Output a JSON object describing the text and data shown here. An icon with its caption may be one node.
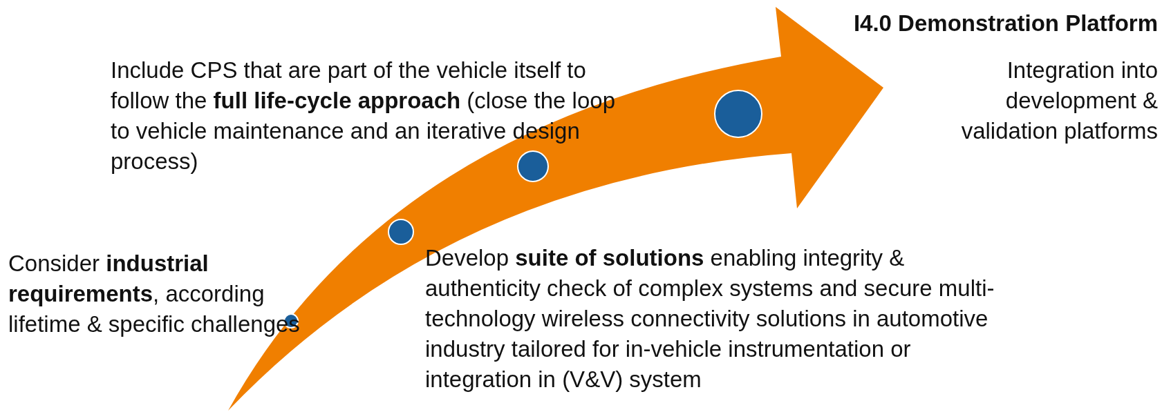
{
  "diagram": {
    "labels": [
      "I4.0 Demonstration Platform",
      "Include CPS that are part of the vehicle itself to follow the **full life-cycle approach** (close the loop to vehicle maintenance and an iterative design process)",
      "Integration into development & validation platforms",
      "Consider **industrial requirements**, according lifetime & specific challenges",
      "Develop **suite of solutions** enabling integrity & authenticity check of complex systems and secure multi-technology wireless connectivity solutions in automotive industry tailored for in-vehicle instrumentation or integration in (V&V) system"
    ]
  }
}
